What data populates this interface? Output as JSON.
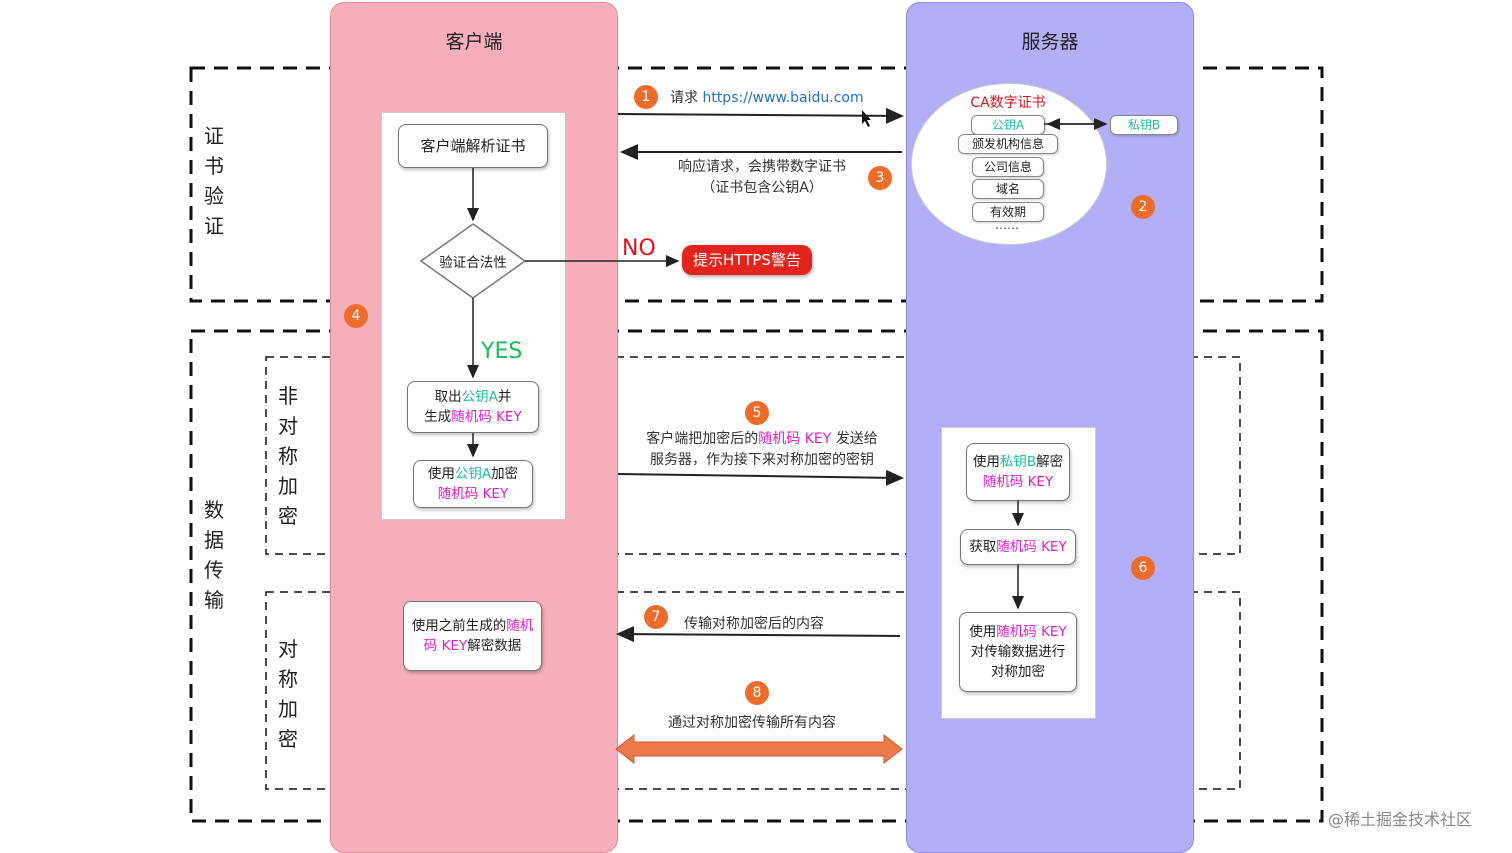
{
  "columns": {
    "client": "客户端",
    "server": "服务器"
  },
  "sections": {
    "cert_verify": [
      "证",
      "书",
      "验",
      "证"
    ],
    "data_transfer": [
      "数",
      "据",
      "传",
      "输"
    ],
    "asymmetric": [
      "非",
      "对",
      "称",
      "加",
      "密"
    ],
    "symmetric": [
      "对",
      "称",
      "加",
      "密"
    ]
  },
  "client": {
    "parse_cert": "客户端解析证书",
    "verify": "验证合法性",
    "no": "NO",
    "yes": "YES",
    "warning": "提示HTTPS警告",
    "take_key": {
      "a": "取出",
      "b": "公钥A",
      "c": "并",
      "d": "生成",
      "e": "随机码 KEY"
    },
    "encrypt": {
      "a": "使用",
      "b": "公钥A",
      "c": "加密",
      "d": "随机码 KEY"
    },
    "decrypt": {
      "a": "使用之前生成的",
      "b": "随机码 KEY",
      "c": "解密数据"
    }
  },
  "server": {
    "cert": {
      "title": "CA数字证书",
      "items": [
        "公钥A",
        "颁发机构信息",
        "公司信息",
        "域名",
        "有效期",
        "……"
      ],
      "private_key": "私钥B"
    },
    "decrypt": {
      "a": "使用",
      "b": "私钥B",
      "c": "解密",
      "d": "随机码 KEY"
    },
    "obtain": {
      "a": "获取",
      "b": "随机码 KEY"
    },
    "sym_encrypt": {
      "a": "使用",
      "b": "随机码 KEY",
      "c": "对传输数据进行",
      "d": "对称加密"
    }
  },
  "steps": {
    "s1": {
      "num": "1",
      "text": "请求",
      "url": "https://www.baidu.com"
    },
    "s2": {
      "num": "2"
    },
    "s3": {
      "num": "3",
      "line1": "响应请求，会携带数字证书",
      "line2": "（证书包含公钥A）"
    },
    "s4": {
      "num": "4"
    },
    "s5": {
      "num": "5",
      "a": "客户端把加密后的",
      "b": "随机码 KEY",
      "c": " 发送给",
      "line2": "服务器，作为接下来对称加密的密钥"
    },
    "s6": {
      "num": "6"
    },
    "s7": {
      "num": "7",
      "text": "传输对称加密后的内容"
    },
    "s8": {
      "num": "8",
      "text": "通过对称加密传输所有内容"
    }
  },
  "colors": {
    "client_bg": "#f7afbb",
    "server_bg": "#b2aef8",
    "badge": "#ee6b2a",
    "key_green": "#1bbf9a",
    "random_magenta": "#e01ad8",
    "warning_red": "#e4231d",
    "yes_green": "#12c159"
  },
  "watermark": "@稀土掘金技术社区"
}
